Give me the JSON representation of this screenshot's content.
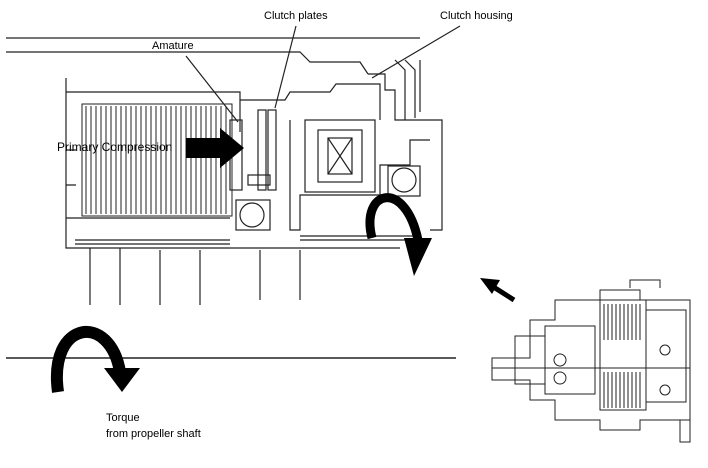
{
  "labels": {
    "clutch_plates": "Clutch plates",
    "clutch_housing": "Clutch housing",
    "armature": "Amature",
    "primary_compression": "Primary Compression",
    "torque_line1": "Torque",
    "torque_line2": "from propeller shaft"
  },
  "colors": {
    "ink": "#000000",
    "paper": "#ffffff",
    "line": "#222222"
  }
}
